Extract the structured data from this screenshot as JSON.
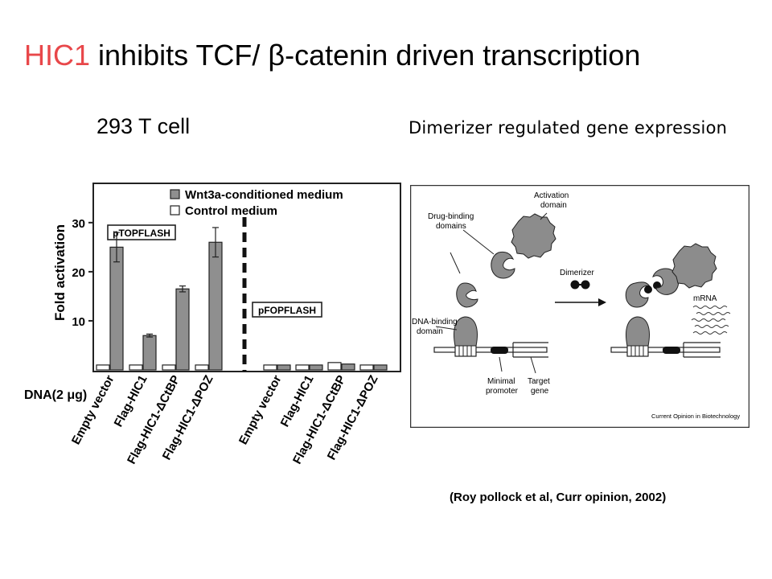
{
  "slide": {
    "title_highlight": "HIC1",
    "title_rest": " inhibits TCF/ β-catenin driven transcription",
    "left_subtitle": "293 T cell",
    "right_subtitle": "Dimerizer regulated gene expression",
    "citation": "(Roy pollock et al, Curr opinion, 2002)"
  },
  "colors": {
    "title_highlight": "#e8474a",
    "wnt3a_bar": "#8f8f8f",
    "control_bar": "#ffffff",
    "protein_fill": "#8c8c8c"
  },
  "chart_data": {
    "type": "bar",
    "ylabel": "Fold activation",
    "xlabel": "DNA(2 μg)",
    "ylim": [
      0,
      38
    ],
    "yticks": [
      10,
      20,
      30
    ],
    "legend": {
      "placement": "top",
      "entries": [
        {
          "name": "Wnt3a-conditioned medium",
          "color": "#8f8f8f"
        },
        {
          "name": "Control medium",
          "color": "#ffffff"
        }
      ]
    },
    "groups": [
      {
        "label": "pTOPFLASH",
        "categories": [
          "Empty vector",
          "Flag-HIC1",
          "Flag-HIC1-ΔCtBP",
          "Flag-HIC1-ΔPOZ"
        ],
        "series": [
          {
            "name": "Control medium",
            "values": [
              1,
              1,
              1,
              1
            ]
          },
          {
            "name": "Wnt3a-conditioned medium",
            "values": [
              25,
              7,
              16.5,
              26
            ],
            "errors": [
              3,
              0.3,
              0.6,
              3
            ]
          }
        ]
      },
      {
        "label": "pFOPFLASH",
        "categories": [
          "Empty vector",
          "Flag-HIC1",
          "Flag-HIC1-ΔCtBP",
          "Flag-HIC1-ΔPOZ"
        ],
        "series": [
          {
            "name": "Control medium",
            "values": [
              1,
              1,
              1.5,
              1
            ]
          },
          {
            "name": "Wnt3a-conditioned medium",
            "values": [
              1,
              1,
              1.2,
              1
            ]
          }
        ]
      }
    ]
  },
  "diagram": {
    "labels": {
      "drug_binding": [
        "Drug-binding",
        "domains"
      ],
      "activation": [
        "Activation",
        "domain"
      ],
      "dimerizer": "Dimerizer",
      "dna_binding": [
        "DNA-binding",
        "domain"
      ],
      "minimal_promoter": [
        "Minimal",
        "promoter"
      ],
      "target_gene": [
        "Target",
        "gene"
      ],
      "mrna": "mRNA",
      "footer": "Current Opinion in Biotechnology"
    }
  }
}
